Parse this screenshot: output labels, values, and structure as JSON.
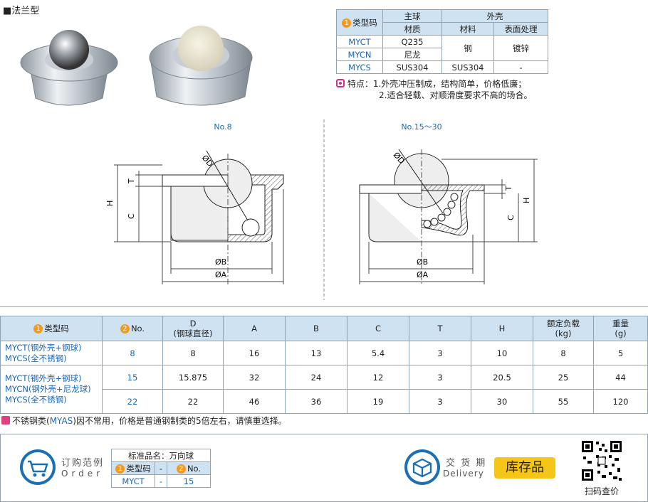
{
  "section_title": "■法兰型",
  "spec_table": {
    "col_model": "类型码",
    "main_ball": "主球",
    "housing": "外壳",
    "material": "材质",
    "housing_material": "材料",
    "surface": "表面处理",
    "rows": [
      {
        "code": "MYCT",
        "ball": "Q235"
      },
      {
        "code": "MYCN",
        "ball": "尼龙"
      },
      {
        "code": "MYCS",
        "ball": "SUS304",
        "housing_material": "SUS304",
        "surface": "-"
      }
    ],
    "shared_housing_material": "钢",
    "shared_surface": "镀锌"
  },
  "features": {
    "label": "特点：",
    "line1": "1.外壳冲压制成，结构简单，价格低廉；",
    "line2": "2.适合轻载、对顺滑度要求不高的场合。"
  },
  "drawing": {
    "left_title": "No.8",
    "right_title": "No.15～30",
    "label_D": "ØD",
    "label_B": "ØB",
    "label_A": "ØA",
    "label_H": "H",
    "label_T": "T",
    "label_C": "C"
  },
  "dim_table": {
    "headers": {
      "model": "类型码",
      "no": "No.",
      "d_line1": "D",
      "d_line2": "(钢球直径)",
      "a": "A",
      "b": "B",
      "c": "C",
      "t": "T",
      "h": "H",
      "load_line1": "额定负载",
      "load_line2": "(kg)",
      "weight_line1": "重量",
      "weight_line2": "(g)"
    },
    "group1_models": [
      "MYCT(钢外壳+钢球)",
      "MYCS(全不锈钢)"
    ],
    "group2_models": [
      "MYCT(钢外壳+钢球)",
      "MYCN(钢外壳+尼龙球)",
      "MYCS(全不锈钢)"
    ],
    "rows": [
      {
        "no": "8",
        "d": "8",
        "a": "16",
        "b": "13",
        "c": "5.4",
        "t": "3",
        "h": "10",
        "load": "8",
        "weight": "5"
      },
      {
        "no": "15",
        "d": "15.875",
        "a": "32",
        "b": "24",
        "c": "12",
        "t": "3",
        "h": "20.5",
        "load": "25",
        "weight": "44"
      },
      {
        "no": "22",
        "d": "22",
        "a": "46",
        "b": "36",
        "c": "19",
        "t": "3",
        "h": "30",
        "load": "55",
        "weight": "120"
      }
    ]
  },
  "note": {
    "pre": "不锈钢类(",
    "code": "MYAS",
    "post": ")因不常用，价格是普通钢制类的5倍左右，请慎重选择。"
  },
  "order": {
    "title": "订购范例",
    "subtitle": "Order",
    "standard_name": "标准品名：万向球",
    "col_model": "类型码",
    "dash": "-",
    "col_no": "No.",
    "val_model": "MYCT",
    "val_no": "15"
  },
  "delivery": {
    "title": "交 货 期",
    "subtitle": "Delivery",
    "badge": "库存品"
  },
  "qr": {
    "caption": "扫码查价"
  },
  "colors": {
    "accent_blue": "#1a66b8",
    "header_bg": "#cfe2f1",
    "badge_yellow": "#f5c518",
    "circle_orange": "#f39a1e"
  }
}
